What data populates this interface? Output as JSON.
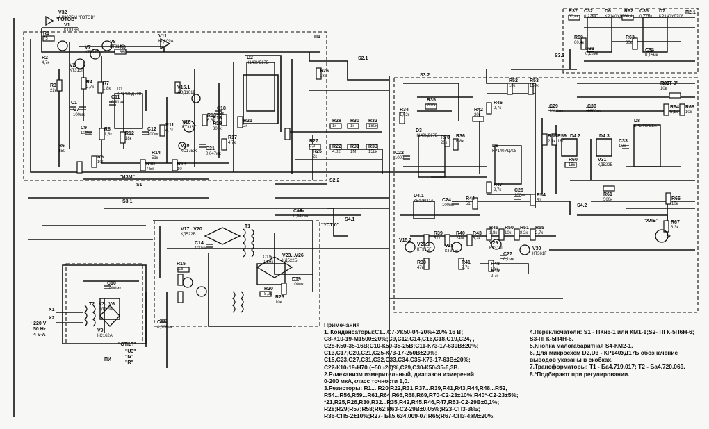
{
  "schematic": {
    "panels": [
      {
        "id": "p1",
        "label": "П1"
      },
      {
        "id": "p2",
        "label": "П2.1"
      }
    ],
    "components": [
      {
        "ref": "V32",
        "value": "АЛ307БМ \"ГОТОВ\""
      },
      {
        "ref": "R1",
        "value": "75"
      },
      {
        "ref": "V1",
        "value": "КТ816В"
      },
      {
        "ref": "V8",
        "value": "КТ816В"
      },
      {
        "ref": "R9",
        "value": "680"
      },
      {
        "ref": "V11",
        "value": "КД209А"
      },
      {
        "ref": "V2",
        "value": "КТ315Г"
      },
      {
        "ref": "V7",
        "value": "КТ817Б"
      },
      {
        "ref": "R2",
        "value": "4,7к"
      },
      {
        "ref": "R3",
        "value": "22к"
      },
      {
        "ref": "R4",
        "value": "2,7к"
      },
      {
        "ref": "R7",
        "value": "1,8к"
      },
      {
        "ref": "D1",
        "value": "КР140УД708"
      },
      {
        "ref": "D2",
        "value": "К140УД17Б"
      },
      {
        "ref": "V15.1",
        "value": "АОД101Б"
      },
      {
        "ref": "R11",
        "value": "4,7к"
      },
      {
        "ref": "R14",
        "value": "51к"
      },
      {
        "ref": "V16",
        "value": "КТ315Г"
      },
      {
        "ref": "V10",
        "value": "КС175Ж"
      },
      {
        "ref": "C21",
        "value": "0,047мк"
      },
      {
        "ref": "R16",
        "value": "6,8к"
      },
      {
        "ref": "R17",
        "value": "4,7к"
      },
      {
        "ref": "R18",
        "value": "1к"
      },
      {
        "ref": "R19",
        "value": "300к"
      },
      {
        "ref": "C18",
        "value": "1мк"
      },
      {
        "ref": "R21",
        "value": "2к"
      },
      {
        "ref": "R26",
        "value": "18к"
      },
      {
        "ref": "R10",
        "value": "7,5к"
      },
      {
        "ref": "R13",
        "value": "10"
      },
      {
        "ref": "R12",
        "value": "18к"
      },
      {
        "ref": "R8",
        "value": "1,8к"
      },
      {
        "ref": "R5",
        "value": "100"
      },
      {
        "ref": "C12",
        "value": "100мк"
      },
      {
        "ref": "C9",
        "value": "100мк"
      },
      {
        "ref": "C11",
        "value": "0,01мк"
      },
      {
        "ref": "R6",
        "value": "150"
      },
      {
        "ref": "C7",
        "value": "100мк"
      },
      {
        "ref": "C1",
        "value": ""
      },
      {
        "ref": "V11B",
        "value": ""
      },
      {
        "ref": "R27",
        "value": "0,2"
      },
      {
        "ref": "R25",
        "value": "2к"
      },
      {
        "ref": "R28",
        "value": "1к"
      },
      {
        "ref": "R22",
        "value": "4,02"
      },
      {
        "ref": "R30",
        "value": "1к"
      },
      {
        "ref": "R31",
        "value": "1М"
      },
      {
        "ref": "R32",
        "value": "180к"
      },
      {
        "ref": "R33",
        "value": "158к"
      },
      {
        "ref": "C16",
        "value": "0,047мк"
      },
      {
        "ref": "D3",
        "value": "К140УД17Б"
      },
      {
        "ref": "R70",
        "value": "20к"
      },
      {
        "ref": "R36",
        "value": "6,8к"
      },
      {
        "ref": "R34",
        "value": "1,02к"
      },
      {
        "ref": "R35",
        "value": "202к"
      },
      {
        "ref": "C22",
        "value": "1000"
      },
      {
        "ref": "R42",
        "value": "20к"
      },
      {
        "ref": "R46",
        "value": "2,7к"
      },
      {
        "ref": "R52",
        "value": "18к"
      },
      {
        "ref": "R53",
        "value": "150к"
      },
      {
        "ref": "D5",
        "value": "КР140УД708"
      },
      {
        "ref": "R47",
        "value": "2,7к"
      },
      {
        "ref": "C28",
        "value": "100мк"
      },
      {
        "ref": "R54",
        "value": "51"
      },
      {
        "ref": "D4.1",
        "value": "К547КП1А"
      },
      {
        "ref": "C24",
        "value": "100мк"
      },
      {
        "ref": "R44",
        "value": "51"
      },
      {
        "ref": "C29",
        "value": "1000мк"
      },
      {
        "ref": "C30",
        "value": "1000мк"
      },
      {
        "ref": "R56",
        "value": "2,7к"
      },
      {
        "ref": "R59",
        "value": "180"
      },
      {
        "ref": "D4.2",
        "value": ""
      },
      {
        "ref": "D4.3",
        "value": ""
      },
      {
        "ref": "V31",
        "value": "КД522Б"
      },
      {
        "ref": "R60",
        "value": "18к"
      },
      {
        "ref": "R61",
        "value": "560к"
      },
      {
        "ref": "C33",
        "value": "1мк"
      },
      {
        "ref": "D8",
        "value": "КР544УД1А"
      },
      {
        "ref": "R64",
        "value": "5,1к"
      },
      {
        "ref": "R68",
        "value": "10к"
      },
      {
        "ref": "R65",
        "value": "10к"
      },
      {
        "ref": "R66",
        "value": "10к"
      },
      {
        "ref": "R67",
        "value": "3,3к"
      },
      {
        "ref": "R37",
        "value": "60,4к"
      },
      {
        "ref": "C32",
        "value": "0,22мк"
      },
      {
        "ref": "D6",
        "value": "КР140УД708"
      },
      {
        "ref": "R62",
        "value": "60,4к"
      },
      {
        "ref": "C35",
        "value": "0,22мк"
      },
      {
        "ref": "D7",
        "value": "КР140УД708"
      },
      {
        "ref": "R69",
        "value": "60,4к"
      },
      {
        "ref": "C31",
        "value": "0,15мк"
      },
      {
        "ref": "R63",
        "value": "30к"
      },
      {
        "ref": "C34",
        "value": "0,15мк"
      },
      {
        "ref": "R38",
        "value": "47к"
      },
      {
        "ref": "R39",
        "value": "51к"
      },
      {
        "ref": "R40",
        "value": "240к"
      },
      {
        "ref": "R43",
        "value": "8,2к"
      },
      {
        "ref": "R41",
        "value": "2,7к"
      },
      {
        "ref": "V27",
        "value": "КТ315Г"
      },
      {
        "ref": "V28",
        "value": "КТ315Г"
      },
      {
        "ref": "V15.2",
        "value": ""
      },
      {
        "ref": "R45",
        "value": "1,8к"
      },
      {
        "ref": "R50",
        "value": "10к"
      },
      {
        "ref": "R51",
        "value": "8,2к"
      },
      {
        "ref": "R55",
        "value": "2,7к"
      },
      {
        "ref": "V29",
        "value": "КТ315Г"
      },
      {
        "ref": "V30",
        "value": "КТ361Г"
      },
      {
        "ref": "C27",
        "value": "0,1мк"
      },
      {
        "ref": "R48",
        "value": "1,8к"
      },
      {
        "ref": "R49",
        "value": "2,7к"
      },
      {
        "ref": "V17...V20",
        "value": "КД522Б"
      },
      {
        "ref": "C14",
        "value": "100мк"
      },
      {
        "ref": "C19",
        "value": "100мк"
      },
      {
        "ref": "C15",
        "value": "0,1мк"
      },
      {
        "ref": "V23...V26",
        "value": "КД522Б"
      },
      {
        "ref": "R20",
        "value": "8,2к"
      },
      {
        "ref": "R23",
        "value": "10к"
      },
      {
        "ref": "R15",
        "value": "10к"
      },
      {
        "ref": "C10",
        "value": "1000мк"
      },
      {
        "ref": "V3...V6",
        "value": "КД209А"
      },
      {
        "ref": "V9",
        "value": "КС162А"
      },
      {
        "ref": "C13",
        "value": "0,068мк"
      },
      {
        "ref": "T1",
        "value": ""
      },
      {
        "ref": "T2",
        "value": ""
      }
    ],
    "switches": [
      "S1",
      "S2.1",
      "S2.2",
      "S3.1",
      "S3.2",
      "S3.3",
      "S4.1",
      "S4.2"
    ],
    "labels": [
      "\"ИЗМ\"",
      "\"УСТ 0\"",
      "\"УСТ 0\"",
      "\"ХЛБ\"",
      "Р",
      "\"ОТКЛ\"",
      "\"U3\"",
      "\"I3\"",
      "\"R\"",
      "\"ГОТОВ\"",
      "ПИ"
    ],
    "mains": [
      "~220 V",
      "50 Hz",
      "4 V-A",
      "X1",
      "X2"
    ]
  },
  "notes": {
    "title": "Примечания",
    "left": [
      "1. Конденсаторы:С1...С7-УК50-04-20%+20% 16 В;",
      "С8-К10-19-М1500±20%;С9,С12,С14,С16,С18,С19,С24, ,",
      "С28-К50-35-16В;С10-К50-35-25В;С11-К73-17-630В±20%;",
      "С13,С17,С20,С21,С25-К73-17-250В±20%;",
      "С15,С23,С27,С31,С32,С33,С34,С35-К73-17-63В±20%;",
      "С22-К10-19-Н70 (+50;-20)%,С29,С30-К50-35-6,3В.",
      "2.Р-механизм измерительный, диапазон измерений",
      "0-200 мкА,класс точности 1,0.",
      "3.Резисторы: R1... R20,R22,R31,R37...R39,R41,R43,R44,R48...R52,",
      "R54...R56,R59...R61,R64,R66,R68,R69,R70-С2-23±10%;R40*-С2-23±5%;",
      "*21,R25,R26,R30,R32...R35,R42,R45,R46,R47,R53-С2-29В±0,1%;",
      "R28;R29;R57;R58;R62;R63-С2-29В±0,05%;R23-СП3-38Б;",
      "R36-СП5-2±10%;R27- Бa5.634.009-07;R65;R67-СП3-4aМ±20%."
    ],
    "right": [
      "4.Переключатели: S1 - ПКн6-1 или КМ1-1;S2- ПГК-5П6Н-6;",
      "S3-ПГК-5П4Н-6.",
      "5.Кнопка малогабаритная S4-КМ2-1.",
      "6. Для микросхем D2,D3 - КР140УД17Б обозначение",
      "выводов указаны в скобках.",
      "7.Трансформаторы: Т1 - Ба4.719.017; Т2 - Ба4.720.069.",
      "8.*Подбирают при регулировании."
    ]
  }
}
